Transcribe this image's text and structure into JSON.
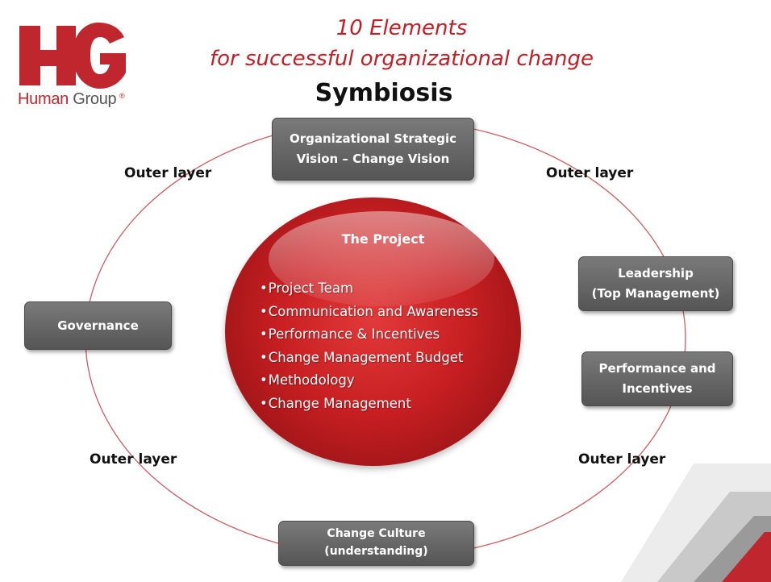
{
  "logo": {
    "mark": "HG",
    "registered": "®",
    "brand_word_1": "Human",
    "brand_word_2": "Group"
  },
  "title": {
    "line_1": "10 Elements",
    "line_2": "for successful organizational  change",
    "subtitle": "Symbiosis"
  },
  "center": {
    "title": "The Project",
    "bullet": "•",
    "items": [
      "Project Team",
      "Communication and Awareness",
      "Performance & Incentives",
      "Change Management Budget",
      "Methodology",
      "Change Management"
    ]
  },
  "nodes": {
    "vision": {
      "line_1": "Organizational  Strategic",
      "line_2": "Vision – Change Vision"
    },
    "governance": {
      "line_1": "Governance"
    },
    "leadership": {
      "line_1": "Leadership",
      "line_2": "(Top Management)"
    },
    "performance": {
      "line_1": "Performance and",
      "line_2": "Incentives"
    },
    "culture": {
      "line_1": "Change Culture",
      "line_2": "(understanding)"
    }
  },
  "outer_labels": {
    "top_left": "Outer layer",
    "top_right": "Outer layer",
    "bottom_left": "Outer layer",
    "bottom_right": "Outer layer"
  },
  "colors": {
    "brand_red": "#c41e24",
    "box_gray": "#666666",
    "ring_line": "#c0262d"
  }
}
